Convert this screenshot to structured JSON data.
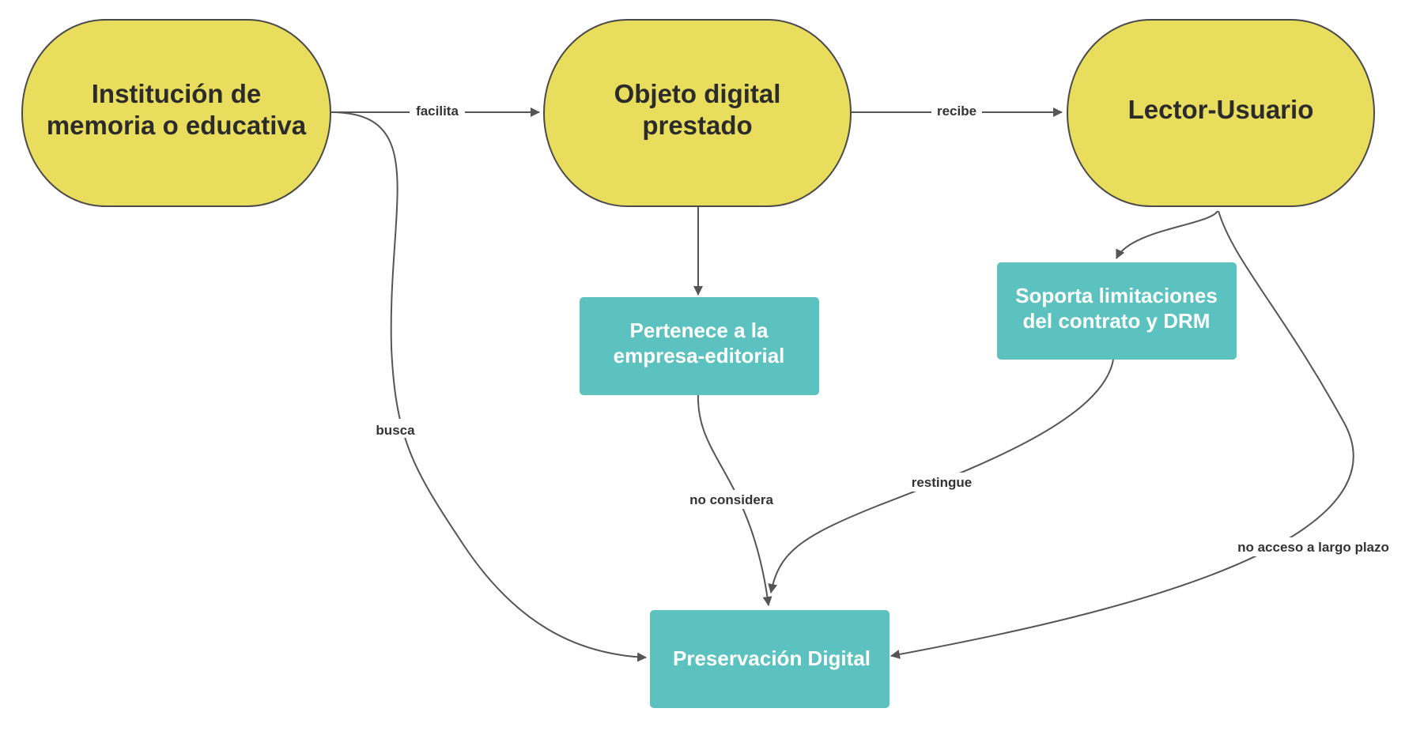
{
  "colors": {
    "actor_fill": "#e8dd5c",
    "actor_stroke": "#4a4a4a",
    "box_fill": "#5bc2c0",
    "box_text": "#ffffff",
    "actor_text": "#2b2b2b",
    "edge": "#555555"
  },
  "nodes": {
    "institucion": {
      "line1": "Institución de",
      "line2": "memoria o educativa"
    },
    "objeto": {
      "line1": "Objeto digital",
      "line2": "prestado"
    },
    "lector": {
      "line1": "Lector-Usuario"
    },
    "pertenece": {
      "line1": "Pertenece a la",
      "line2": "empresa-editorial"
    },
    "soporta": {
      "line1": "Soporta limitaciones",
      "line2": "del contrato y DRM"
    },
    "preservacion": {
      "line1": "Preservación Digital"
    }
  },
  "edges": {
    "facilita": "facilita",
    "recibe": "recibe",
    "busca": "busca",
    "no_considera": "no considera",
    "restingue": "restingue",
    "no_acceso": "no acceso a largo plazo"
  }
}
